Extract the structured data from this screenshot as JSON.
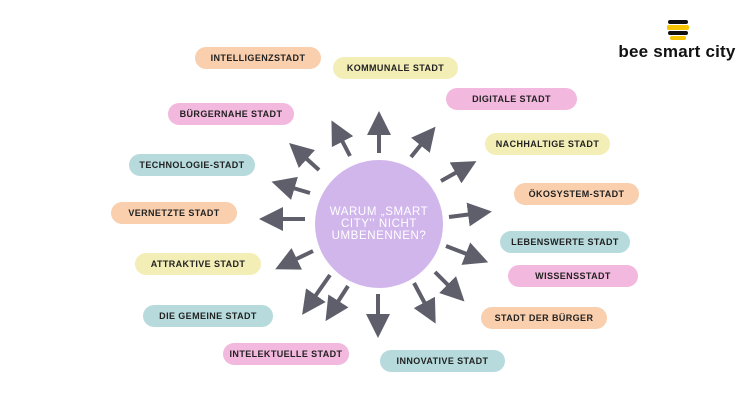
{
  "brand": {
    "name": "bee smart city",
    "logo_icon": "bee-hive-icon",
    "accent": "#f6c400"
  },
  "center": {
    "text": "WARUM „SMART CITY'' NICHT UMBENENNEN?",
    "color": "#d1b6ec"
  },
  "arrow_color": "#5f5e6b",
  "labels": {
    "intelligenzstadt": "INTELLIGENZSTADT",
    "kommunale": "KOMMUNALE STADT",
    "digitale": "DIGITALE STADT",
    "buergernahe": "BÜRGERNAHE STADT",
    "nachhaltige": "NACHHALTIGE STADT",
    "technologie": "TECHNOLOGIE-STADT",
    "oekosystem": "ÖKOSYSTEM-STADT",
    "vernetzte": "VERNETZTE STADT",
    "lebenswerte": "LEBENSWERTE STADT",
    "attraktive": "ATTRAKTIVE STADT",
    "wissensstadt": "WISSENSSTADT",
    "gemeine": "DIE GEMEINE STADT",
    "stadt_der_buerger": "STADT DER BÜRGER",
    "intelektuelle": "INTELEKTUELLE STADT",
    "innovative": "INNOVATIVE STADT"
  },
  "colors": {
    "peach": "#f9cfae",
    "yellow": "#f3eeb6",
    "pink": "#f2b8dd",
    "teal": "#b7dbdd"
  }
}
